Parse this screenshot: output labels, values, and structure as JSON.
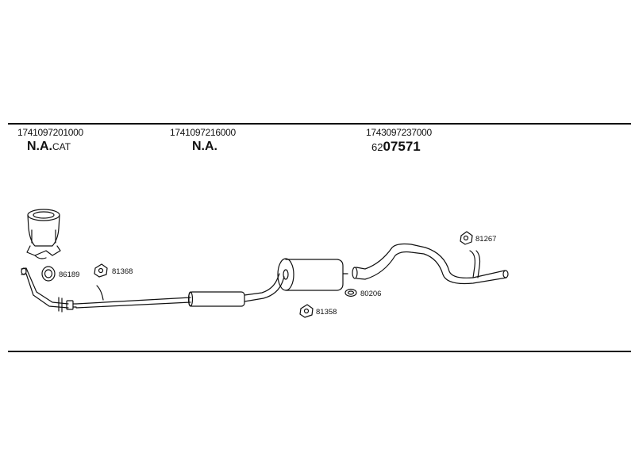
{
  "columns": [
    {
      "code": "1741097201000",
      "name_bold": "N.A.",
      "name_suffix": "CAT"
    },
    {
      "code": "1741097216000",
      "name_bold": "N.A.",
      "name_suffix": ""
    },
    {
      "code": "1743097237000",
      "name_prefix": "62",
      "name_bold": "07571"
    }
  ],
  "parts": {
    "clamp_a": "86189",
    "clamp_b": "81368",
    "clamp_c": "81358",
    "gasket": "80206",
    "rubber": "81267"
  }
}
